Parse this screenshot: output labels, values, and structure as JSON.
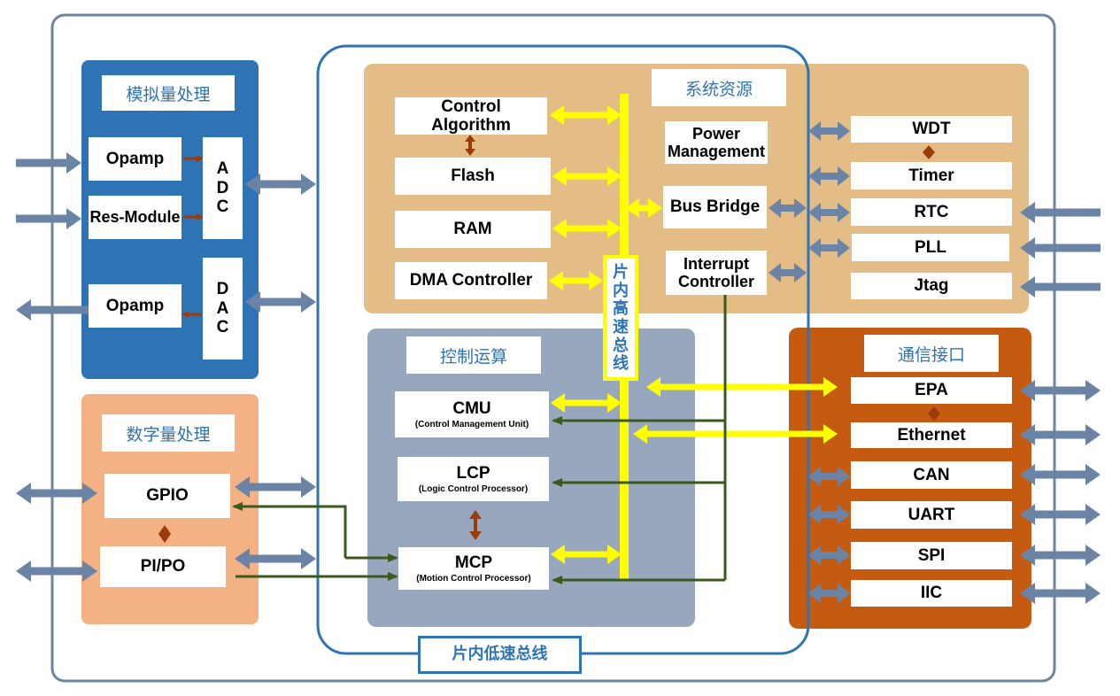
{
  "colors": {
    "outer_border": "#6f84a0",
    "bus_border": "#2e74b5",
    "analog_bg": "#2e74b5",
    "digital_bg": "#f4b183",
    "system_bg": "#e4bd86",
    "control_bg": "#97a8be",
    "comm_bg": "#c55a11",
    "grey_arrow": "#6b84a6",
    "yellow_bus": "#ffff00",
    "green_line": "#3b5a1e",
    "brown": "#9c3b0a"
  },
  "analog": {
    "title": "模拟量处理",
    "opamp_in": "Opamp",
    "res_module": "Res-Module",
    "opamp_out": "Opamp",
    "adc": [
      "A",
      "D",
      "C"
    ],
    "dac": [
      "D",
      "A",
      "C"
    ]
  },
  "digital": {
    "title": "数字量处理",
    "gpio": "GPIO",
    "pipo": "PI/PO"
  },
  "system": {
    "title": "系统资源",
    "control_algorithm": "Control Algorithm",
    "flash": "Flash",
    "ram": "RAM",
    "dma": "DMA Controller",
    "power": "Power Management",
    "bus_bridge": "Bus Bridge",
    "interrupt": "Interrupt Controller",
    "wdt": "WDT",
    "timer": "Timer",
    "rtc": "RTC",
    "pll": "PLL",
    "jtag": "Jtag"
  },
  "control": {
    "title": "控制运算",
    "cmu": "CMU",
    "cmu_sub": "(Control Management Unit)",
    "lcp": "LCP",
    "lcp_sub": "(Logic Control Processor)",
    "mcp": "MCP",
    "mcp_sub": "(Motion Control Processor)"
  },
  "comm": {
    "title": "通信接口",
    "epa": "EPA",
    "ethernet": "Ethernet",
    "can": "CAN",
    "uart": "UART",
    "spi": "SPI",
    "iic": "IIC"
  },
  "bus": {
    "high_speed": [
      "片",
      "内",
      "高",
      "速",
      "总",
      "线"
    ],
    "low_speed": "片内低速总线"
  }
}
